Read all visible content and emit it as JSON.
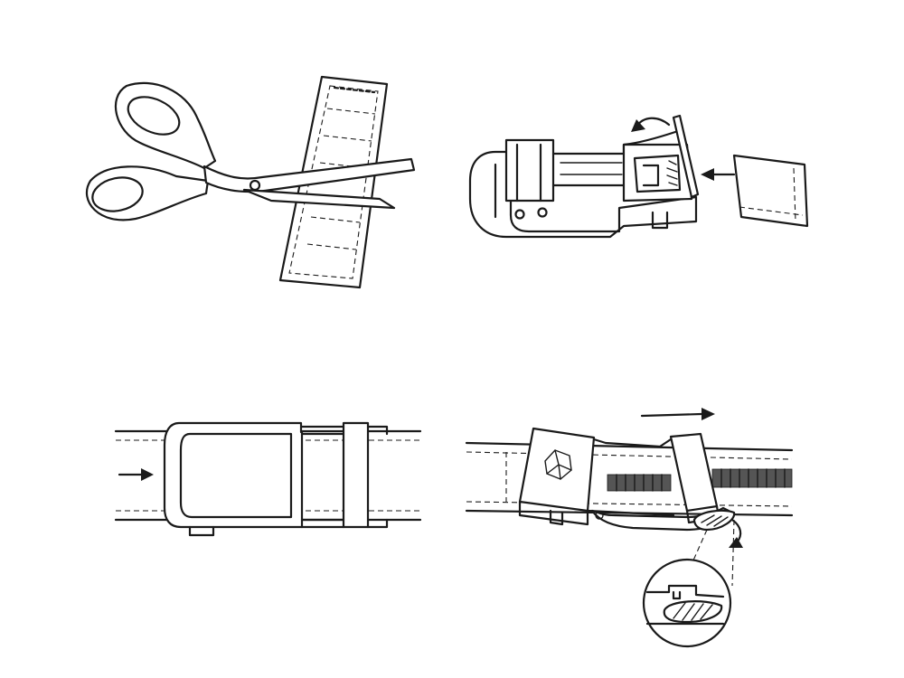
{
  "colors": {
    "line": "#1a1a1a",
    "background": "#ffffff",
    "ratchet_track": "#555555"
  },
  "steps": [
    {
      "id": 1,
      "icon": "scissors-cutting-belt-icon"
    },
    {
      "id": 2,
      "icon": "buckle-open-clamp-icon"
    },
    {
      "id": 3,
      "icon": "buckle-closed-on-belt-icon"
    },
    {
      "id": 4,
      "icon": "belt-sliding-release-icon"
    }
  ]
}
